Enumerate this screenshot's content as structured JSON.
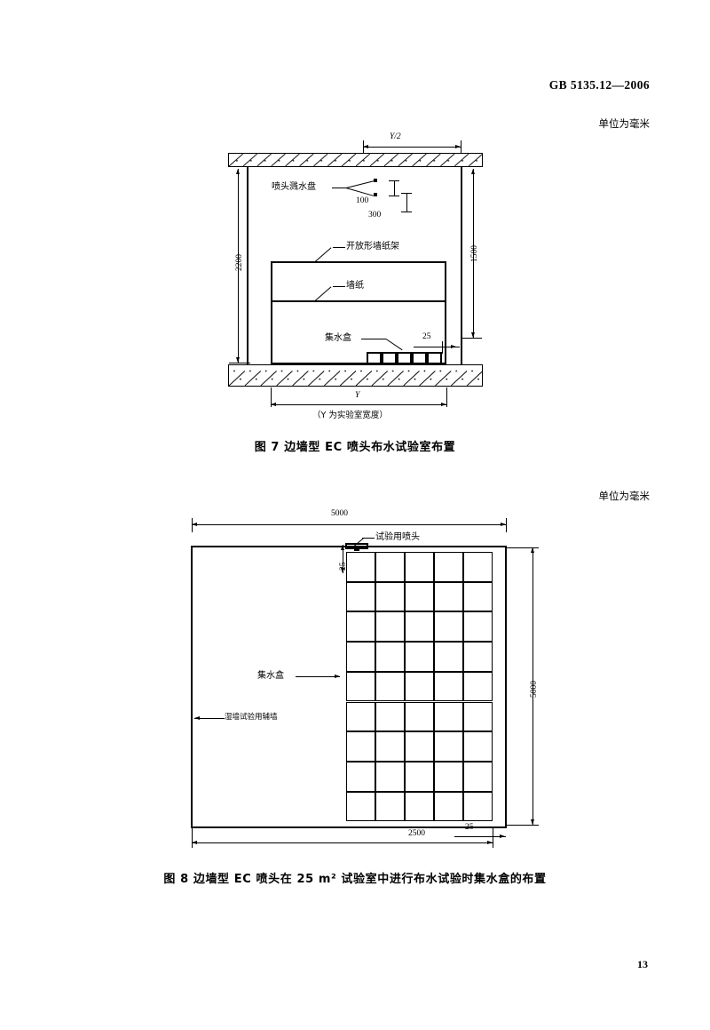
{
  "header": {
    "standard_code": "GB 5135.12—2006",
    "unit_note": "单位为毫米"
  },
  "page_number": "13",
  "figure7": {
    "caption": "图 7    边墙型 EC 喷头布水试验室布置",
    "unit_note": "单位为毫米",
    "labels": {
      "deflector": "喷头溅水盘",
      "wallpaper_rack": "开放形墙纸架",
      "wallpaper": "墙纸",
      "collect_box": "集水盒"
    },
    "dimensions": {
      "half_width": "Y/2",
      "drop_100": "100",
      "drop_300": "300",
      "height_1500": "1500",
      "height_2200": "2200",
      "gap_25": "25",
      "width_Y": "Y"
    },
    "footnote": "（Y 为实验室宽度）"
  },
  "figure8": {
    "caption": "图 8    边墙型 EC 喷头在 25 m² 试验室中进行布水试验时集水盒的布置",
    "unit_note": "单位为毫米",
    "labels": {
      "test_sprinkler": "试验用喷头",
      "collect_box": "集水盒",
      "aux_wall": "湿墙试验用辅墙"
    },
    "dimensions": {
      "top_5000": "5000",
      "right_5000": "5000",
      "bottom_2500": "2500",
      "gap_top_25": "25",
      "gap_bottom_25": "25"
    },
    "grid": {
      "columns": 5,
      "rows": 9
    }
  }
}
